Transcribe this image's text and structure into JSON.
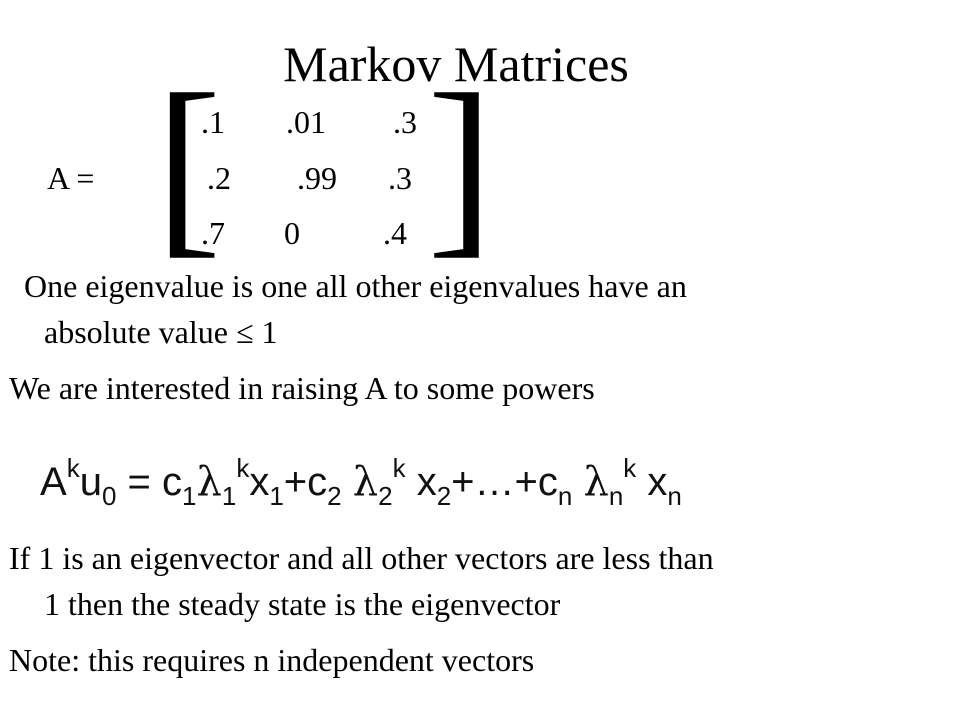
{
  "slide": {
    "title": "Markov Matrices",
    "matrix_label": "A =",
    "matrix": [
      [
        ".1",
        ".01",
        ".3"
      ],
      [
        ".2",
        ".99",
        ".3"
      ],
      [
        ".7",
        "0",
        ".4"
      ]
    ],
    "bracket_left": "[",
    "bracket_right": "]",
    "point1_line1": "One eigenvalue is one all other eigenvalues have an",
    "point1_line2": "absolute value ≤ 1",
    "point2": "We are interested in raising A to some powers",
    "equation": {
      "A": "A",
      "k": "k",
      "u": "u",
      "zero": "0",
      "eq": "=",
      "c": "c",
      "one": "1",
      "lambda": "λ",
      "x": "x",
      "plus": "+",
      "two": "2",
      "dots": "…",
      "n": "n"
    },
    "point3_line1": "If 1 is an eigenvector and all other vectors are less than",
    "point3_line2": "1 then the steady state is the eigenvector",
    "point4": "Note: this requires n independent vectors"
  }
}
